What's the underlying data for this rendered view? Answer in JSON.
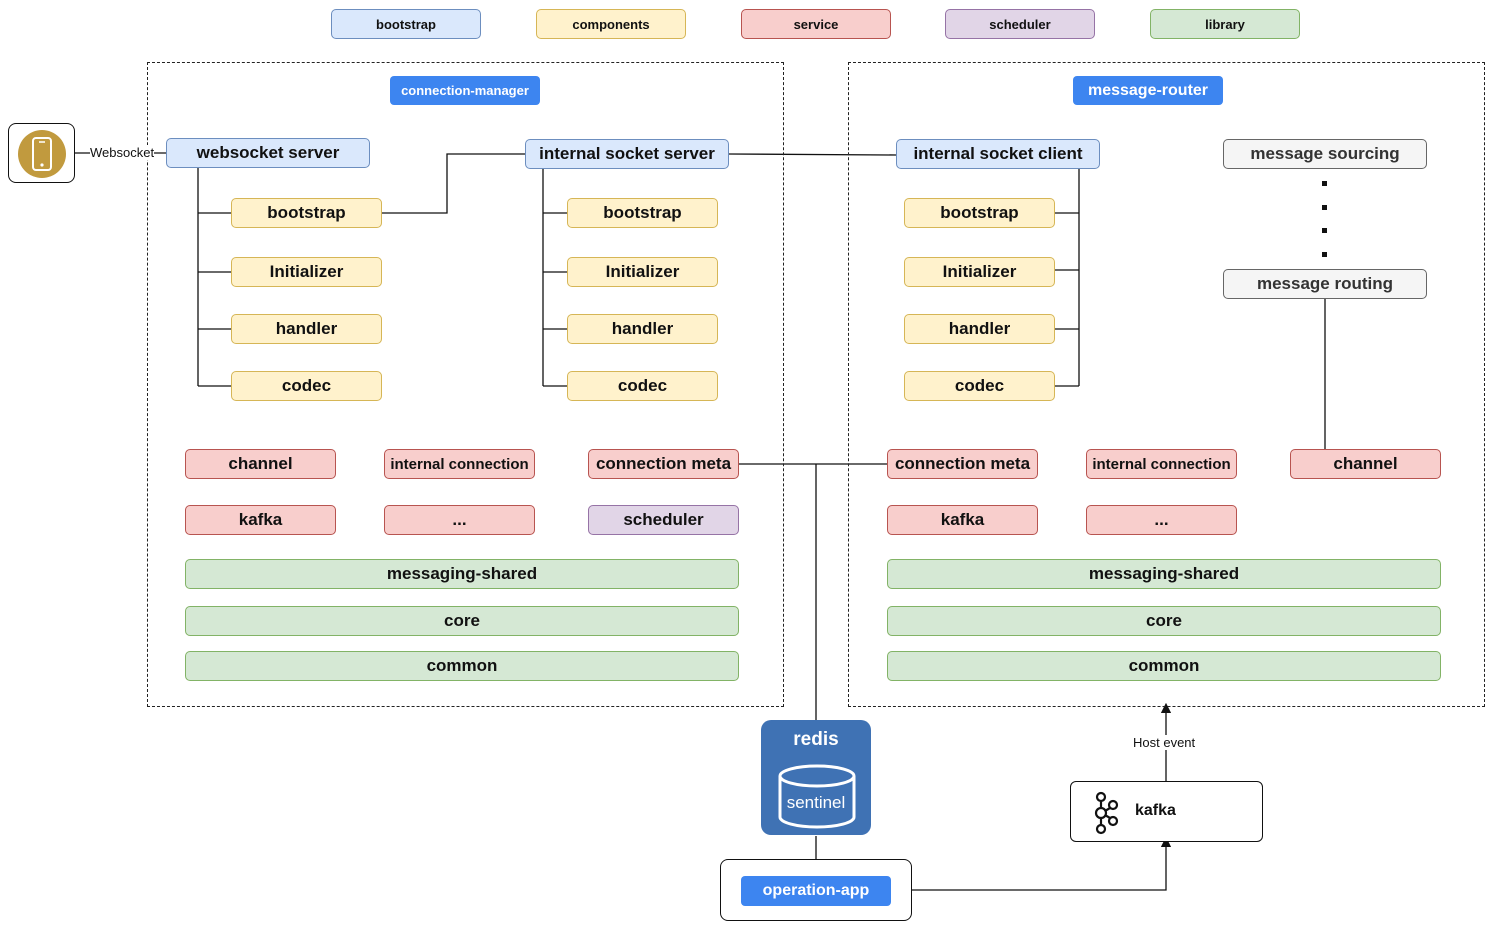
{
  "legend": {
    "bootstrap": "bootstrap",
    "components": "components",
    "service": "service",
    "scheduler": "scheduler",
    "library": "library"
  },
  "colors": {
    "bootstrap": "#dae8fc",
    "components": "#fff2cc",
    "service": "#f8cecc",
    "scheduler": "#e1d5e7",
    "library": "#d5e8d4",
    "tag": "#3d85f0",
    "redis": "#3f72b4",
    "app_icon": "#c19a3e"
  },
  "edge_labels": {
    "websocket": "Websocket",
    "host_event": "Host event"
  },
  "connection_manager": {
    "title": "connection-manager",
    "websocket_server": {
      "label": "websocket server",
      "children": [
        "bootstrap",
        "Initializer",
        "handler",
        "codec"
      ]
    },
    "internal_socket_server": {
      "label": "internal socket server",
      "children": [
        "bootstrap",
        "Initializer",
        "handler",
        "codec"
      ]
    },
    "services_row1": [
      "channel",
      "internal connection",
      "connection meta"
    ],
    "services_row2": [
      "kafka",
      "..."
    ],
    "scheduler": "scheduler",
    "libraries": [
      "messaging-shared",
      "core",
      "common"
    ]
  },
  "message_router": {
    "title": "message-router",
    "internal_socket_client": {
      "label": "internal socket client",
      "children": [
        "bootstrap",
        "Initializer",
        "handler",
        "codec"
      ]
    },
    "message_sourcing": "message sourcing",
    "message_routing": "message routing",
    "services_row1": [
      "connection meta",
      "internal connection",
      "channel"
    ],
    "services_row2": [
      "kafka",
      "..."
    ],
    "libraries": [
      "messaging-shared",
      "core",
      "common"
    ]
  },
  "redis": {
    "title": "redis",
    "sentinel": "sentinel"
  },
  "kafka": {
    "label": "kafka"
  },
  "operation_app": {
    "label": "operation-app"
  }
}
